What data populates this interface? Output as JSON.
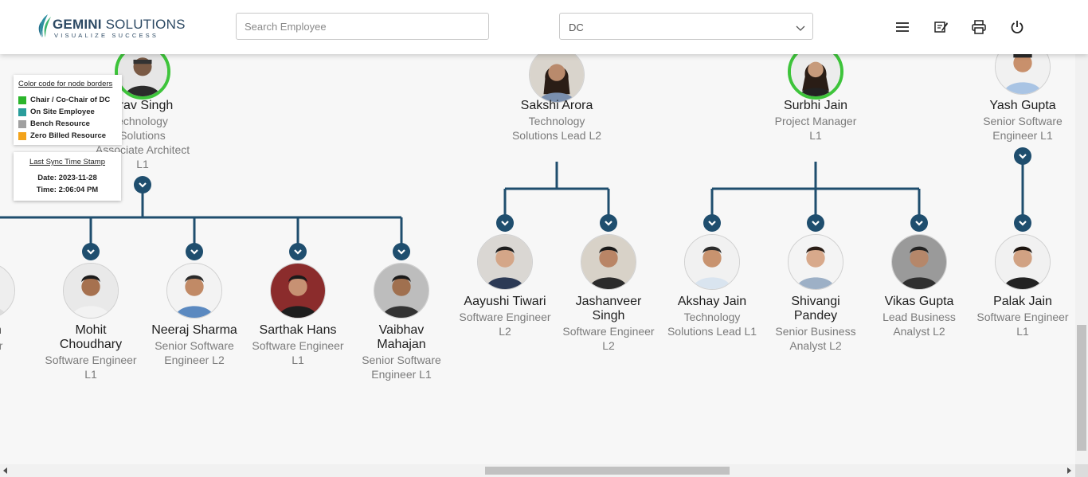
{
  "header": {
    "logo_title_strong": "GEMINI",
    "logo_title_rest": " SOLUTIONS",
    "logo_tagline": "VISUALIZE SUCCESS",
    "search_placeholder": "Search Employee",
    "dept_selected": "DC",
    "icons": [
      "menu-icon",
      "edit-note-icon",
      "print-icon",
      "power-icon"
    ]
  },
  "legend": {
    "title": "Color code for node borders",
    "items": [
      {
        "label": "Chair / Co-Chair of DC",
        "color": "#2bb52b"
      },
      {
        "label": "On Site Employee",
        "color": "#2a9d9b"
      },
      {
        "label": "Bench Resource",
        "color": "#a0a0a0"
      },
      {
        "label": "Zero Billed Resource",
        "color": "#f3a31b"
      }
    ]
  },
  "sync": {
    "title": "Last Sync Time Stamp",
    "date": "Date: 2023-11-28",
    "time": "Time: 2:06:04 PM"
  },
  "top_nodes": [
    {
      "name": "urav Singh",
      "desc": [
        "echnology",
        "Solutions",
        "Associate Architect",
        "L1"
      ],
      "chair": true
    },
    {
      "name": "Sakshi Arora",
      "desc": [
        "Technology",
        "Solutions Lead L2"
      ],
      "chair": false
    },
    {
      "name": "Surbhi Jain",
      "desc": [
        "Project Manager",
        "L1"
      ],
      "chair": true
    },
    {
      "name": "Yash Gupta",
      "desc": [
        "Senior Software",
        "Engineer L1"
      ],
      "chair": false
    }
  ],
  "child_nodes": [
    {
      "name": [
        "adan"
      ],
      "desc": [
        "gineer"
      ]
    },
    {
      "name": [
        "Mohit",
        "Choudhary"
      ],
      "desc": [
        "Software Engineer",
        "L1"
      ]
    },
    {
      "name": [
        "Neeraj Sharma"
      ],
      "desc": [
        "Senior Software",
        "Engineer L2"
      ]
    },
    {
      "name": [
        "Sarthak Hans"
      ],
      "desc": [
        "Software Engineer",
        "L1"
      ]
    },
    {
      "name": [
        "Vaibhav",
        "Mahajan"
      ],
      "desc": [
        "Senior Software",
        "Engineer L1"
      ]
    },
    {
      "name": [
        "Aayushi Tiwari"
      ],
      "desc": [
        "Software Engineer",
        "L2"
      ]
    },
    {
      "name": [
        "Jashanveer",
        "Singh"
      ],
      "desc": [
        "Software Engineer",
        "L2"
      ]
    },
    {
      "name": [
        "Akshay Jain"
      ],
      "desc": [
        "Technology",
        "Solutions Lead L1"
      ]
    },
    {
      "name": [
        "Shivangi",
        "Pandey"
      ],
      "desc": [
        "Senior Business",
        "Analyst L2"
      ]
    },
    {
      "name": [
        "Vikas Gupta"
      ],
      "desc": [
        "Lead Business",
        "Analyst L2"
      ]
    },
    {
      "name": [
        "Palak Jain"
      ],
      "desc": [
        "Software Engineer",
        "L1"
      ]
    }
  ]
}
